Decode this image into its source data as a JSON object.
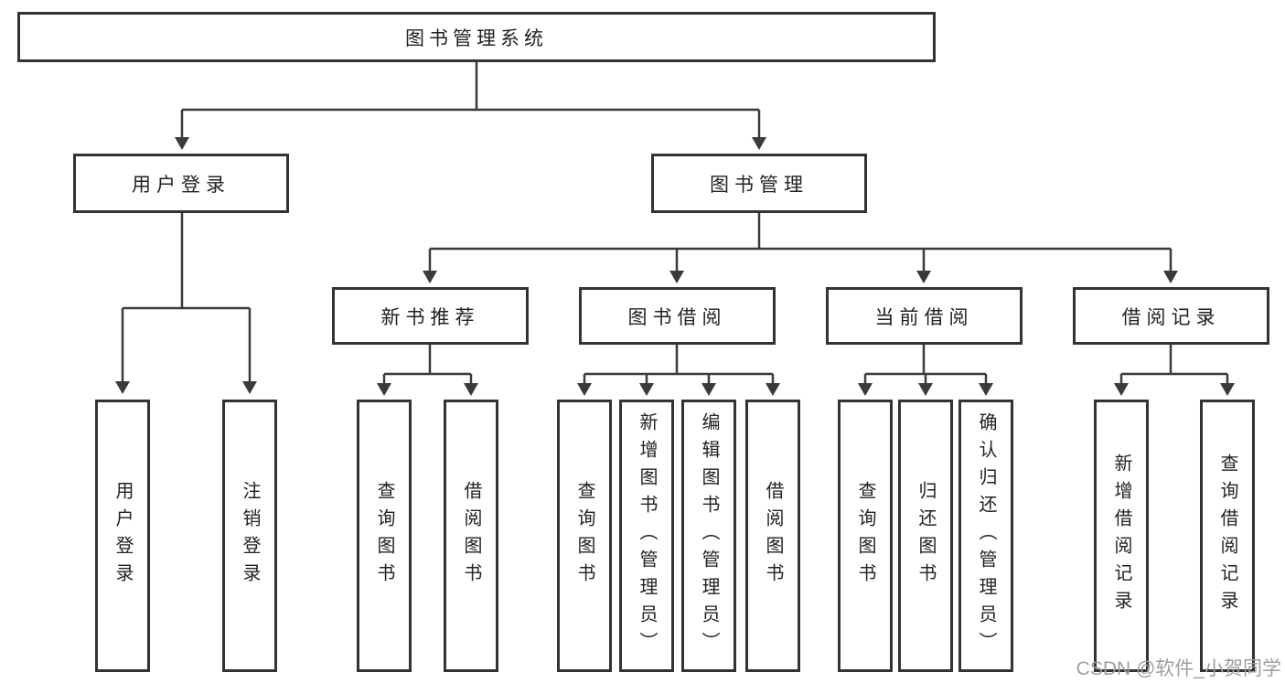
{
  "diagram_title": "图书管理系统",
  "colors": {
    "line": "#3a3a3a",
    "box_border": "#333333",
    "box_background": "#ffffff",
    "text": "#222222",
    "watermark": "#9e9e9e"
  },
  "watermark": {
    "text": "CSDN @软件_小贺同学"
  },
  "tree": {
    "label": "图书管理系统",
    "children": [
      {
        "label": "用户登录",
        "children": [
          {
            "label": "用户登录"
          },
          {
            "label": "注销登录"
          }
        ]
      },
      {
        "label": "图书管理",
        "children": [
          {
            "label": "新书推荐",
            "children": [
              {
                "label": "查询图书"
              },
              {
                "label": "借阅图书"
              }
            ]
          },
          {
            "label": "图书借阅",
            "children": [
              {
                "label": "查询图书"
              },
              {
                "label": "新增图书（管理员）"
              },
              {
                "label": "编辑图书（管理员）"
              },
              {
                "label": "借阅图书"
              }
            ]
          },
          {
            "label": "当前借阅",
            "children": [
              {
                "label": "查询图书"
              },
              {
                "label": "归还图书"
              },
              {
                "label": "确认归还（管理员）"
              }
            ]
          },
          {
            "label": "借阅记录",
            "children": [
              {
                "label": "新增借阅记录"
              },
              {
                "label": "查询借阅记录"
              }
            ]
          }
        ]
      }
    ]
  }
}
